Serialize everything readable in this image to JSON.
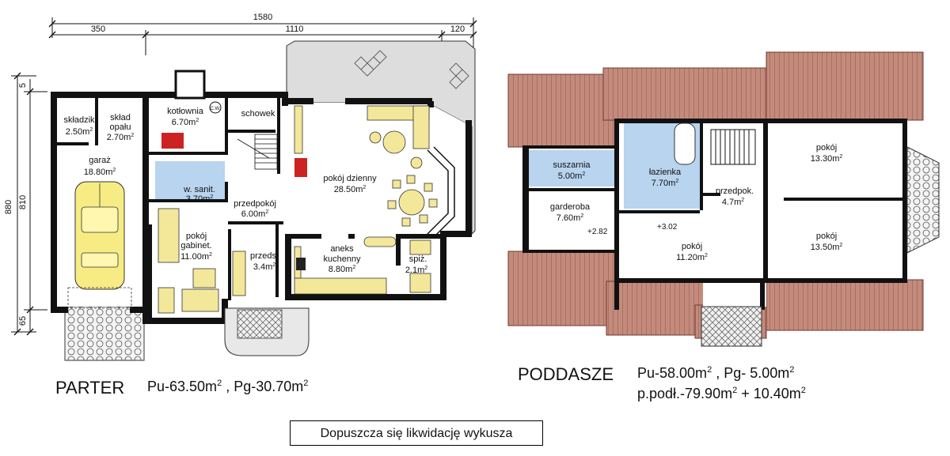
{
  "dimensions": {
    "total": "1580",
    "seg1": "350",
    "seg2": "1110",
    "seg3": "120",
    "v_total": "880",
    "v_top": "5",
    "v_mid": "810",
    "v_bottom": "65"
  },
  "parter": {
    "title": "PARTER",
    "pu_label": "Pu-63.50m",
    "pg_label": " , Pg-30.70m",
    "rooms": [
      {
        "name": "składzik",
        "area": "2.50m"
      },
      {
        "name": "skład",
        "name2": "opału",
        "area": "2.70m"
      },
      {
        "name": "kotłownia",
        "area": "6.70m"
      },
      {
        "name": "schowek"
      },
      {
        "name": "garaż",
        "area": "18.80m"
      },
      {
        "name": "w. sanit.",
        "area": "3.70m"
      },
      {
        "name": "pokój dzienny",
        "area": "28.50m"
      },
      {
        "name": "przedpokój",
        "area": "6.00m"
      },
      {
        "name": "pokój",
        "name2": "gabinet.",
        "area": "11.00m"
      },
      {
        "name": "przeds.",
        "area": "3.4m"
      },
      {
        "name": "aneks",
        "name2": "kuchenny",
        "area": "8.80m"
      },
      {
        "name": "spiż.",
        "area": "2.1m"
      }
    ],
    "symbol": "C.W."
  },
  "poddasze": {
    "title": "PODDASZE",
    "pu_label": "Pu-58.00m",
    "pg_label": " , Pg- 5.00m",
    "podl_label": "p.podł.-79.90m",
    "podl_extra": " + 10.40m",
    "rooms": [
      {
        "name": "suszarnia",
        "area": "5.00m"
      },
      {
        "name": "łazienka",
        "area": "7.70m"
      },
      {
        "name": "pokój",
        "area": "13.30m"
      },
      {
        "name": "garderoba",
        "area": "7.60m"
      },
      {
        "name": "przedpok.",
        "area": "4.7m"
      },
      {
        "name": "pokój",
        "area": "11.20m"
      },
      {
        "name": "pokój",
        "area": "13.50m"
      }
    ],
    "levels": [
      "+2.82",
      "+3.02"
    ]
  },
  "note": "Dopuszcza się likwidację wykusza",
  "colors": {
    "wall": "#111111",
    "roof": "#c89080",
    "bath": "#b8d4ee",
    "furniture": "#f3e79a",
    "car": "#f6ec83",
    "terrace": "#dddddd"
  }
}
